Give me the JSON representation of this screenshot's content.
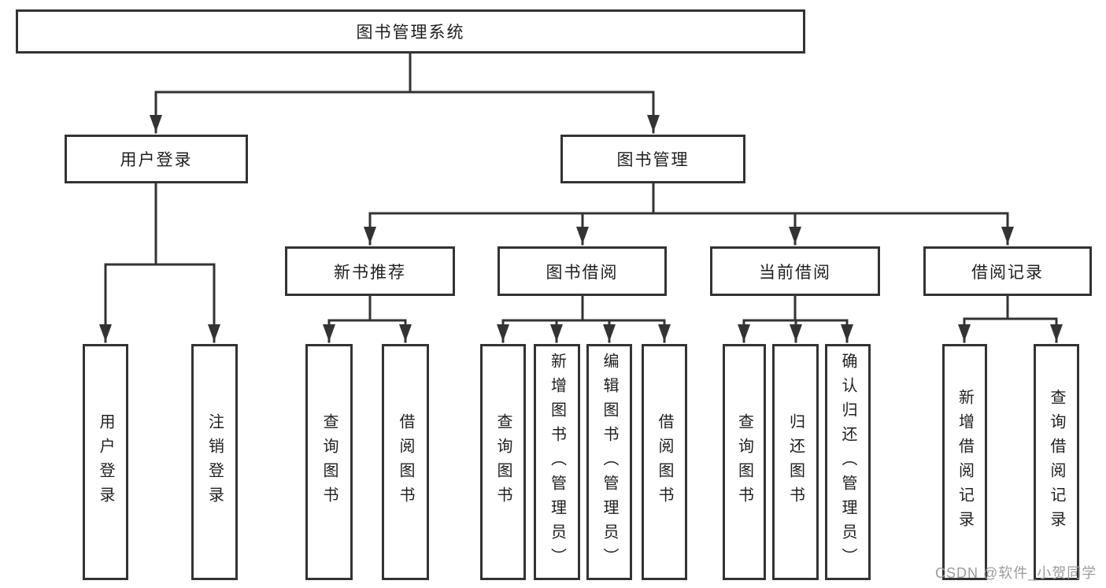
{
  "colors": {
    "border": "#333333",
    "line": "#333333",
    "text": "#1f1f1f",
    "background": "#ffffff",
    "watermark": "#9c9c9c"
  },
  "watermark": {
    "text": "CSDN @软件_小贺同学"
  },
  "tree": {
    "root": {
      "label": "图书管理系统",
      "children": [
        {
          "label": "用户登录",
          "children": [
            {
              "label": "用户登录"
            },
            {
              "label": "注销登录"
            }
          ]
        },
        {
          "label": "图书管理",
          "children": [
            {
              "label": "新书推荐",
              "children": [
                {
                  "label": "查询图书"
                },
                {
                  "label": "借阅图书"
                }
              ]
            },
            {
              "label": "图书借阅",
              "children": [
                {
                  "label": "查询图书"
                },
                {
                  "label": "新增图书（管理员）"
                },
                {
                  "label": "编辑图书（管理员）"
                },
                {
                  "label": "借阅图书"
                }
              ]
            },
            {
              "label": "当前借阅",
              "children": [
                {
                  "label": "查询图书"
                },
                {
                  "label": "归还图书"
                },
                {
                  "label": "确认归还（管理员）"
                }
              ]
            },
            {
              "label": "借阅记录",
              "children": [
                {
                  "label": "新增借阅记录"
                },
                {
                  "label": "查询借阅记录"
                }
              ]
            }
          ]
        }
      ]
    }
  }
}
